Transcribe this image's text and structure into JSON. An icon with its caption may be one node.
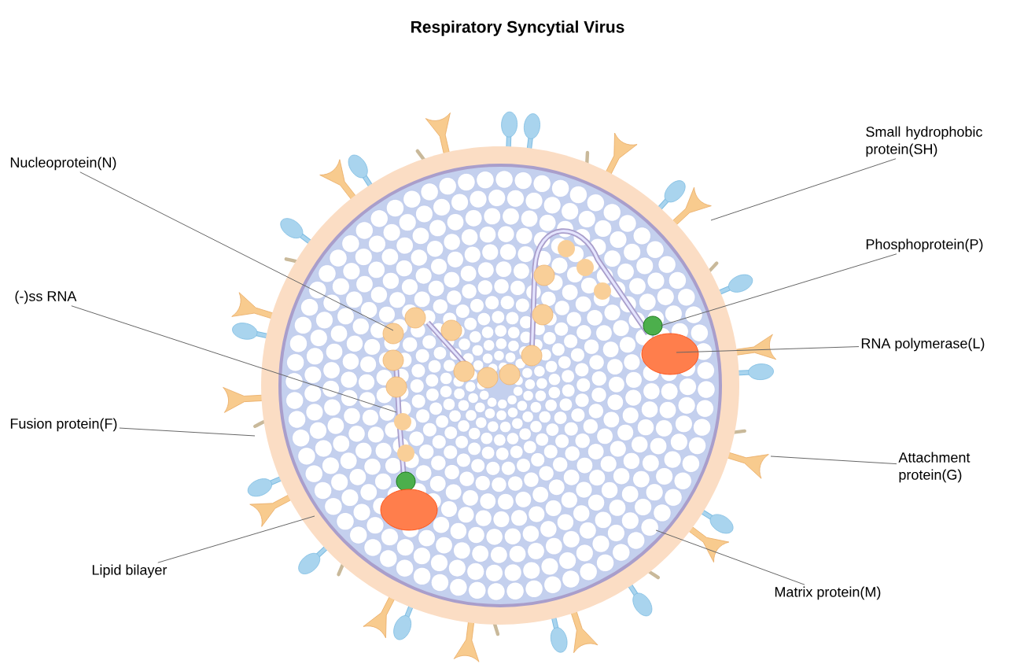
{
  "diagram": {
    "title": "Respiratory Syncytial Virus",
    "nodes": [
      {
        "text": [
          "Nucleoprotein(N)"
        ]
      },
      {
        "text": [
          "(-)ss RNA"
        ]
      },
      {
        "text": [
          "Fusion protein(F)"
        ]
      },
      {
        "text": [
          "Lipid bilayer"
        ]
      },
      {
        "text": [
          "Small hydrophobic protein(SH)"
        ]
      },
      {
        "text": [
          "Phosphoprotein(P)"
        ]
      },
      {
        "text": [
          "RNA polymerase(L)"
        ]
      },
      {
        "text": [
          "Attachment protein(G)"
        ]
      },
      {
        "text": [
          "Matrix protein(M)"
        ]
      }
    ],
    "edges": [
      {
        "from": 0,
        "to": null,
        "arrow": "none"
      },
      {
        "from": 1,
        "to": null,
        "arrow": "none"
      },
      {
        "from": 2,
        "to": null,
        "arrow": "none"
      },
      {
        "from": 3,
        "to": null,
        "arrow": "none"
      },
      {
        "from": 4,
        "to": null,
        "arrow": "none"
      },
      {
        "from": 5,
        "to": null,
        "arrow": "none"
      },
      {
        "from": 6,
        "to": null,
        "arrow": "none"
      },
      {
        "from": 7,
        "to": null,
        "arrow": "none"
      },
      {
        "from": 8,
        "to": null,
        "arrow": "none"
      }
    ]
  }
}
